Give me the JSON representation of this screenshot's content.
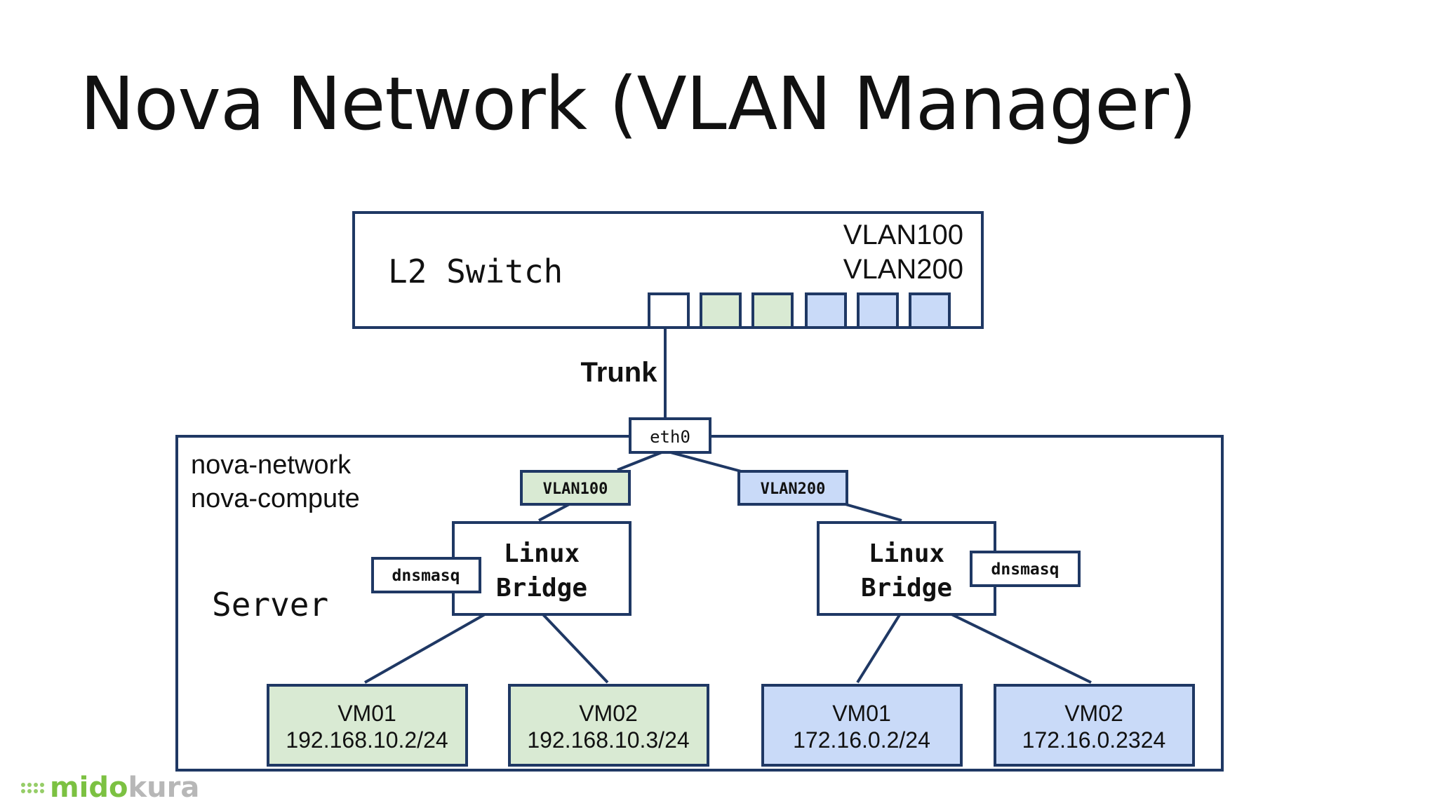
{
  "slide": {
    "title": "Nova Network (VLAN Manager)"
  },
  "diagram": {
    "switch": {
      "label": "L2 Switch",
      "vlan_a": "VLAN100",
      "vlan_b": "VLAN200"
    },
    "trunk_label": "Trunk",
    "eth_label": "eth0",
    "server": {
      "services_line1": "nova-network",
      "services_line2": "nova-compute",
      "label": "Server"
    },
    "vlan_tags": {
      "left": "VLAN100",
      "right": "VLAN200"
    },
    "bridges": {
      "left": {
        "line1": "Linux",
        "line2": "Bridge",
        "dhcp": "dnsmasq"
      },
      "right": {
        "line1": "Linux",
        "line2": "Bridge",
        "dhcp": "dnsmasq"
      }
    },
    "vms": [
      {
        "name": "VM01",
        "ip": "192.168.10.2/24"
      },
      {
        "name": "VM02",
        "ip": "192.168.10.3/24"
      },
      {
        "name": "VM01",
        "ip": "172.16.0.2/24"
      },
      {
        "name": "VM02",
        "ip": "172.16.0.2324"
      }
    ],
    "colors": {
      "green": "#d9ead3",
      "blue": "#c9daf8",
      "stroke": "#1f3864"
    }
  },
  "logo": {
    "part1": "mido",
    "part2": "kura"
  }
}
